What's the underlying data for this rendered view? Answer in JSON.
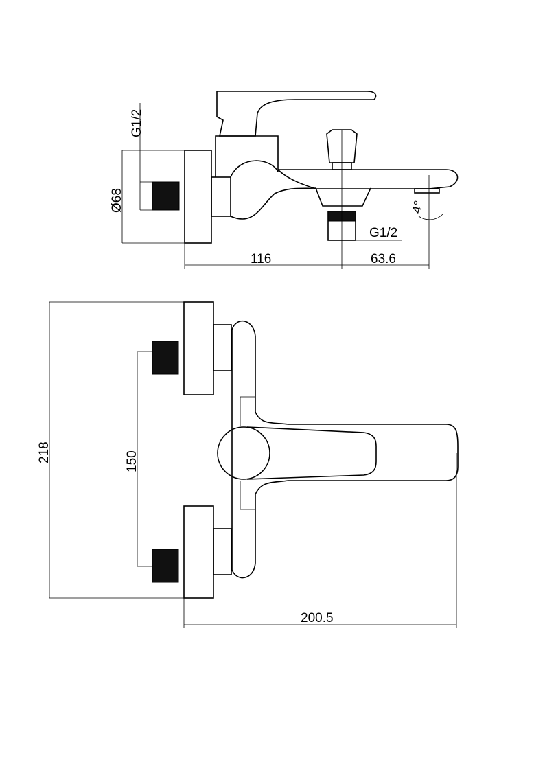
{
  "drawing": {
    "side_view": {
      "inlet_thread_label": "G1/2",
      "rosette_diameter_label": "Ø68",
      "outlet_thread_label": "G1/2",
      "wall_to_diverter_label": "116",
      "diverter_to_spout_label": "63.6",
      "spout_angle_label": "4°"
    },
    "top_view": {
      "overall_height_label": "218",
      "inlet_spacing_label": "150",
      "overall_depth_label": "200.5"
    },
    "colors": {
      "line": "#000000",
      "background": "#ffffff"
    }
  }
}
